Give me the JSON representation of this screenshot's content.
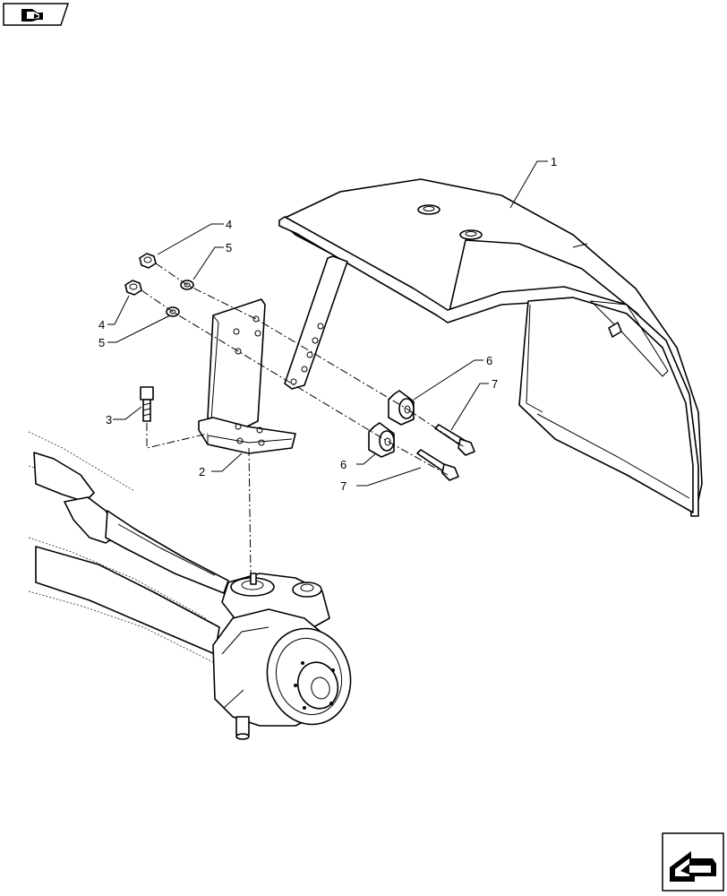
{
  "icons": {
    "back": "back-arrow-icon",
    "next": "next-arrow-icon"
  },
  "callouts": {
    "fender": "1",
    "bracket": "2",
    "bolt_bracket": "3",
    "nut_upper": "4",
    "washer_upper": "5",
    "nut_lower": "4",
    "washer_lower": "5",
    "spacer_upper": "6",
    "spacer_lower": "6",
    "bolt_upper": "7",
    "bolt_lower": "7"
  }
}
